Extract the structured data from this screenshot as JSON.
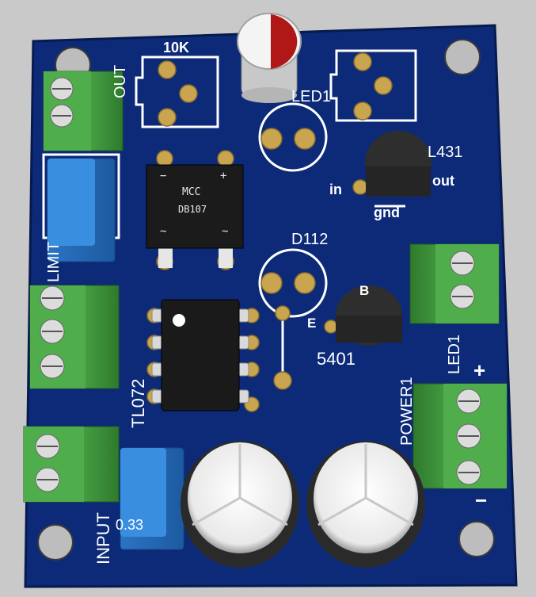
{
  "labels": {
    "pot_left": "10K",
    "led_top": "LED1",
    "reg_part": "L431",
    "reg_in": "in",
    "reg_out": "out",
    "reg_gnd": "gnd",
    "bridge_brand": "MCC",
    "bridge_part": "DB107",
    "bridge_minus": "−",
    "bridge_plus": "+",
    "bridge_ac": "~",
    "diode": "D112",
    "transistor_b": "B",
    "transistor_e": "E",
    "transistor_part": "5401",
    "opamp": "TL072",
    "led_right": "LED1",
    "power_plus": "+",
    "power_minus": "−",
    "power": "POWER1",
    "out": "OUT",
    "limit": "LIMIT",
    "input": "INPUT",
    "input_sub": "0.33"
  },
  "colors": {
    "board": "#0c2a78",
    "silk": "#ffffff",
    "pad": "#c9a550",
    "terminal": "#3f9a3c",
    "relay": "#2f7fd0",
    "ic": "#1b1b1b",
    "cap_red": "#b01818"
  }
}
